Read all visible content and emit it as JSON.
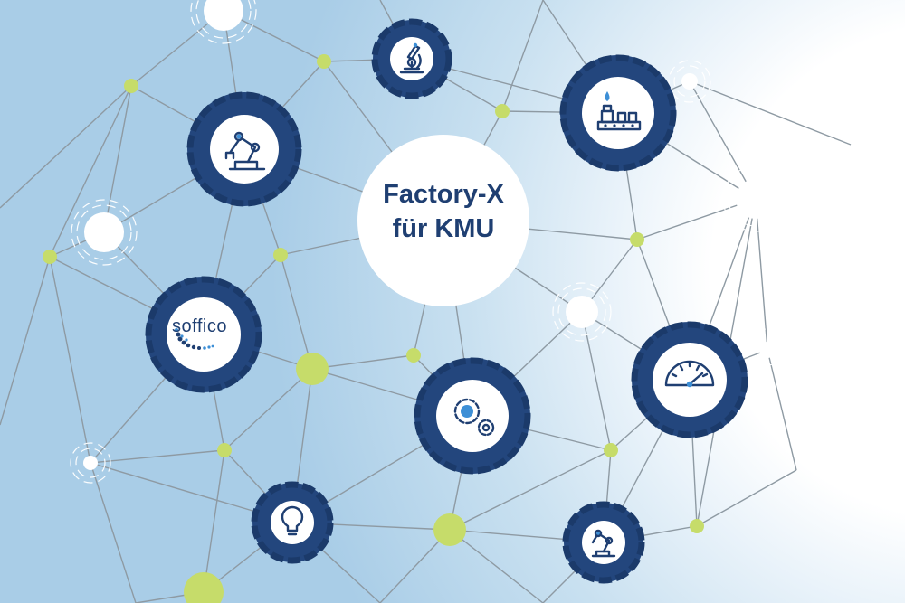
{
  "title": {
    "line1": "Factory-X",
    "line2": "für KMU"
  },
  "partner_logo": {
    "text": "soffico"
  },
  "colors": {
    "gear_blue": "#23467d",
    "node_green": "#c6dc6a",
    "edge_gray": "#8e9aa3",
    "accent_blue": "#3d8fd6"
  },
  "icons": [
    "robot-arm-icon",
    "microscope-icon",
    "filling-line-icon",
    "soffico-logo",
    "gears-icon",
    "speedometer-icon",
    "lightbulb-icon",
    "small-robot-arm-icon"
  ]
}
